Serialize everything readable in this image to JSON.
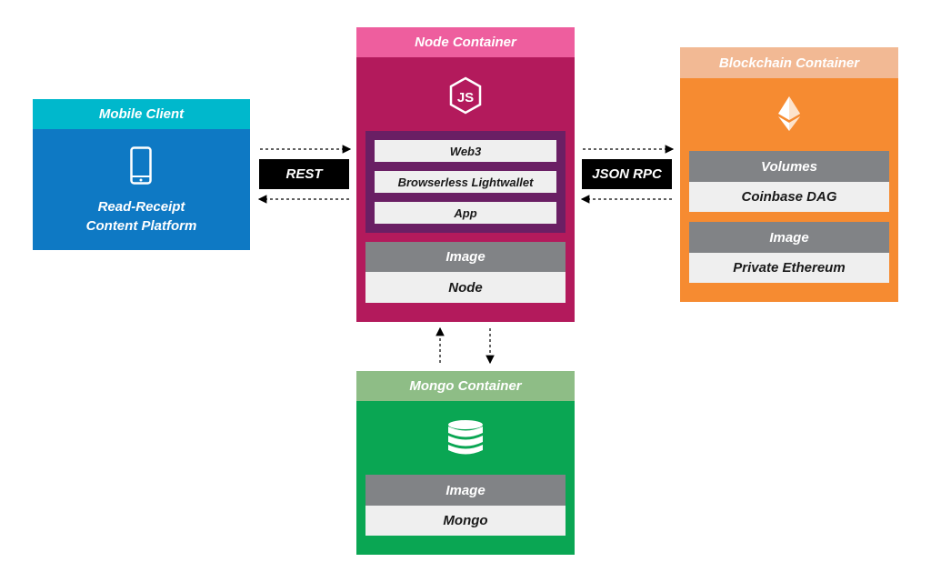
{
  "colors": {
    "mobile_header": "#00b8cc",
    "mobile_body": "#0e79c4",
    "node_header": "#ee5e9e",
    "node_body": "#b31a5c",
    "node_inner": "#6a1f64",
    "blockchain_header": "#f2b994",
    "blockchain_body": "#f68b31",
    "mongo_header": "#8ebd86",
    "mongo_body": "#0aa653",
    "gray_row": "#818386",
    "light_row": "#efefef"
  },
  "mobile": {
    "title": "Mobile Client",
    "icon": "smartphone-icon",
    "line1": "Read-Receipt",
    "line2": "Content Platform"
  },
  "rest_label": "REST",
  "node": {
    "title": "Node Container",
    "icon": "nodejs-icon",
    "modules": [
      "Web3",
      "Browserless Lightwallet",
      "App"
    ],
    "image_label": "Image",
    "image_value": "Node"
  },
  "jsonrpc_label": "JSON RPC",
  "blockchain": {
    "title": "Blockchain Container",
    "icon": "ethereum-icon",
    "volumes_label": "Volumes",
    "volumes_value": "Coinbase DAG",
    "image_label": "Image",
    "image_value": "Private Ethereum"
  },
  "mongo": {
    "title": "Mongo Container",
    "icon": "database-icon",
    "image_label": "Image",
    "image_value": "Mongo"
  }
}
